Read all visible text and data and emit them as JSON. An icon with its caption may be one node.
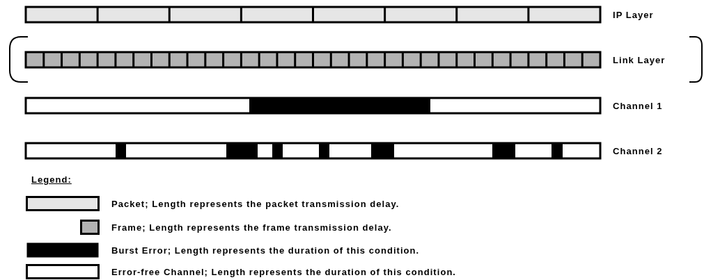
{
  "diagram": {
    "labels": [
      "IP Layer",
      "Link Layer",
      "Channel 1",
      "Channel 2",
      "Legend:"
    ],
    "legend": [
      {
        "text": "Packet; Length represents the packet transmission delay.",
        "color": "#e6e6e6"
      },
      {
        "text": "Frame; Length represents the frame transmission delay.",
        "color": "#b3b3b3"
      },
      {
        "text": "Burst Error; Length represents the duration of this condition.",
        "color": "#000000"
      },
      {
        "text": "Error-free Channel; Length represents the duration of this condition.",
        "color": "#ffffff"
      }
    ]
  }
}
